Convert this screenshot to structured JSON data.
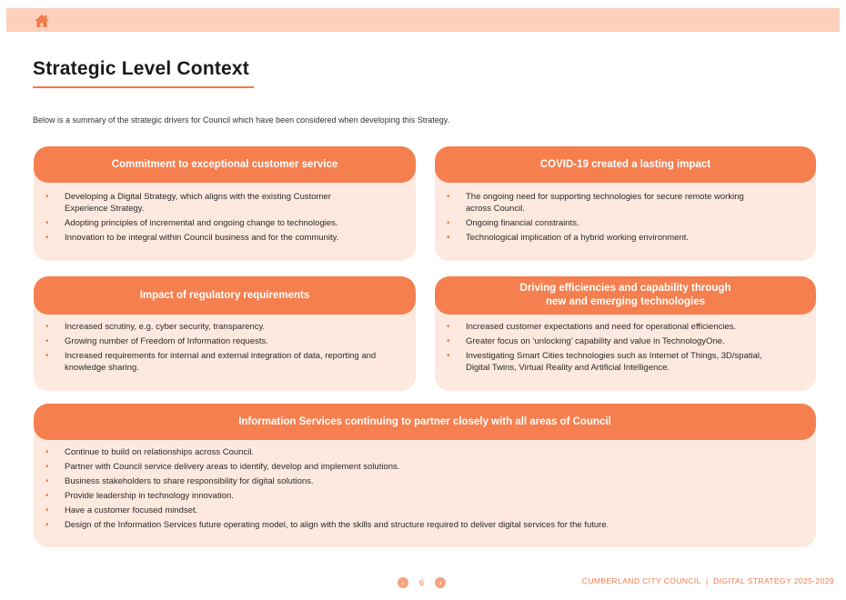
{
  "nav": {
    "home_icon": "home-icon"
  },
  "page": {
    "title": "Strategic Level Context",
    "intro": "Below is a summary of the strategic drivers for Council which have been considered when developing this Strategy."
  },
  "colors": {
    "accent": "#f57f4e",
    "card_bg": "#fde9df",
    "topbar": "#fdd0bb"
  },
  "cards": [
    {
      "heading": "Commitment to exceptional customer service",
      "items": [
        "Developing a Digital Strategy, which aligns with the existing Customer Experience Strategy.",
        "Adopting principles of incremental and ongoing change to technologies.",
        "Innovation to be integral within Council business and for the community."
      ]
    },
    {
      "heading": "COVID-19 created a lasting impact",
      "items": [
        "The ongoing need for supporting technologies for secure remote working across Council.",
        "Ongoing financial constraints.",
        "Technological implication of a hybrid working environment."
      ]
    },
    {
      "heading": "Impact of regulatory requirements",
      "items": [
        "Increased scrutiny, e.g. cyber security, transparency.",
        "Growing number of Freedom of Information requests.",
        "Increased requirements for internal and external integration of data, reporting and knowledge sharing."
      ]
    },
    {
      "heading": "Driving efficiencies and capability through new and emerging technologies",
      "items": [
        "Increased customer expectations and need for operational efficiencies.",
        "Greater focus on ‘unlocking’ capability and value in TechnologyOne.",
        "Investigating Smart Cities technologies such as Internet of Things, 3D/spatial, Digital Twins, Virtual Reality and Artificial Intelligence."
      ]
    },
    {
      "heading": "Information Services continuing to partner closely with all areas of Council",
      "items": [
        "Continue to build on relationships across Council.",
        "Partner with Council service delivery areas to identify, develop and implement solutions.",
        "Business stakeholders to share responsibility for digital solutions.",
        "Provide leadership in technology innovation.",
        "Have a customer focused mindset.",
        "Design of the Information Services future operating model, to align with the skills and structure required to deliver digital services for the future."
      ]
    }
  ],
  "pagination": {
    "prev_label": "‹",
    "page_number": "6",
    "next_label": "›"
  },
  "footer": {
    "text": "CUMBERLAND CITY COUNCIL  |  DIGITAL STRATEGY 2025-2029"
  }
}
